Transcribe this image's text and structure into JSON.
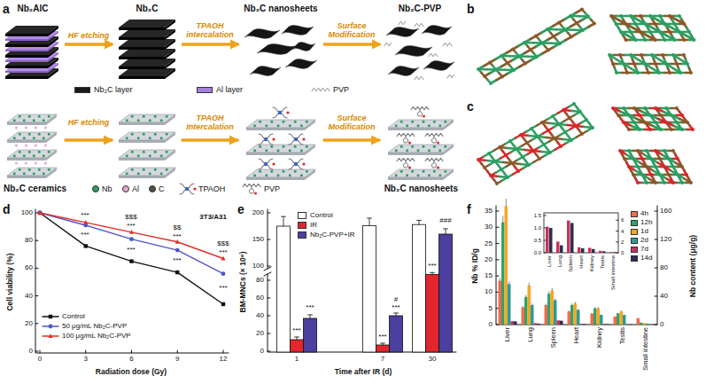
{
  "diagram": {
    "nodes": [
      {
        "text": [
          "Nb₂AlC"
        ]
      },
      {
        "text": [
          "Nb₂C"
        ]
      },
      {
        "text": [
          "Nb₂C nanosheets"
        ]
      },
      {
        "text": [
          "Nb₂C-PVP"
        ]
      }
    ],
    "edges": [
      {
        "from": 0,
        "to": 1,
        "arrow": "to",
        "label": "HF etching"
      },
      {
        "from": 1,
        "to": 2,
        "arrow": "to",
        "label": "TPAOH intercalation"
      },
      {
        "from": 2,
        "to": 3,
        "arrow": "to",
        "label": "Surface Modification"
      }
    ],
    "labels": [
      "a",
      "HF etching",
      "TPAOH Intercalation",
      "Surface Modification",
      "Nb₂C ceramics",
      "Nb₂C nanosheets",
      "b",
      "c",
      "d",
      "0",
      "20",
      "40",
      "60",
      "80",
      "100",
      "Cell viability (%)",
      "0",
      "3",
      "6",
      "9",
      "12",
      "Radiation dose (Gy)",
      "3T3/A31",
      "***",
      "***",
      "$$$",
      "***",
      "***",
      "$$",
      "***",
      "***",
      "$$$",
      "***",
      "***",
      "e",
      "0",
      "20",
      "40",
      "60",
      "80",
      "100",
      "150",
      "200",
      "BM-MNCs (× 10⁸)",
      "1",
      "7",
      "30",
      "Time after IR (d)",
      "***",
      "***",
      "***",
      "***",
      "#",
      "***",
      "###",
      "f",
      "0",
      "5",
      "10",
      "15",
      "20",
      "25",
      "30",
      "35",
      "Nb % ID/g",
      "0",
      "40",
      "80",
      "120",
      "160",
      "Nb content (μg/g)",
      "Liver",
      "Lung",
      "Spleen",
      "Heart",
      "Kidney",
      "Testis",
      "Small intestine",
      "0.0",
      "0.5",
      "1.0",
      "1.5",
      "0",
      "2",
      "4",
      "6",
      "Liver",
      "Lung",
      "Spleen",
      "Heart",
      "Kidney",
      "Testis",
      "Small intestine"
    ],
    "legend": [
      {
        "text": "Nb₂C layer",
        "color": "#1a1a1a"
      },
      {
        "text": "Al layer",
        "color": "#a47fdc"
      },
      {
        "text": "PVP"
      },
      {
        "text": "Nb",
        "color": "#2f9e62"
      },
      {
        "text": "Al",
        "color": "#e7a6d2"
      },
      {
        "text": "C",
        "color": "#4d4d4d"
      },
      {
        "text": "TPAOH"
      },
      {
        "text": "PVP"
      },
      {
        "text": "Control"
      },
      {
        "text": "50 μg/mL Nb₂C-PVP"
      },
      {
        "text": "100 μg/mL Nb₂C-PVP"
      },
      {
        "text": "Control",
        "color": "#ffffff"
      },
      {
        "text": "IR",
        "color": "#e3262b"
      },
      {
        "text": "Nb₂C-PVP+IR",
        "color": "#4b3fa0"
      },
      {
        "text": "4h",
        "color": "#f26b4a"
      },
      {
        "text": "12h",
        "color": "#2fa36b"
      },
      {
        "text": "1d",
        "color": "#f6a623"
      },
      {
        "text": "2d",
        "color": "#2b9c9b"
      },
      {
        "text": "7d",
        "color": "#c7325a"
      },
      {
        "text": "14d",
        "color": "#2b2f4f"
      }
    ]
  }
}
